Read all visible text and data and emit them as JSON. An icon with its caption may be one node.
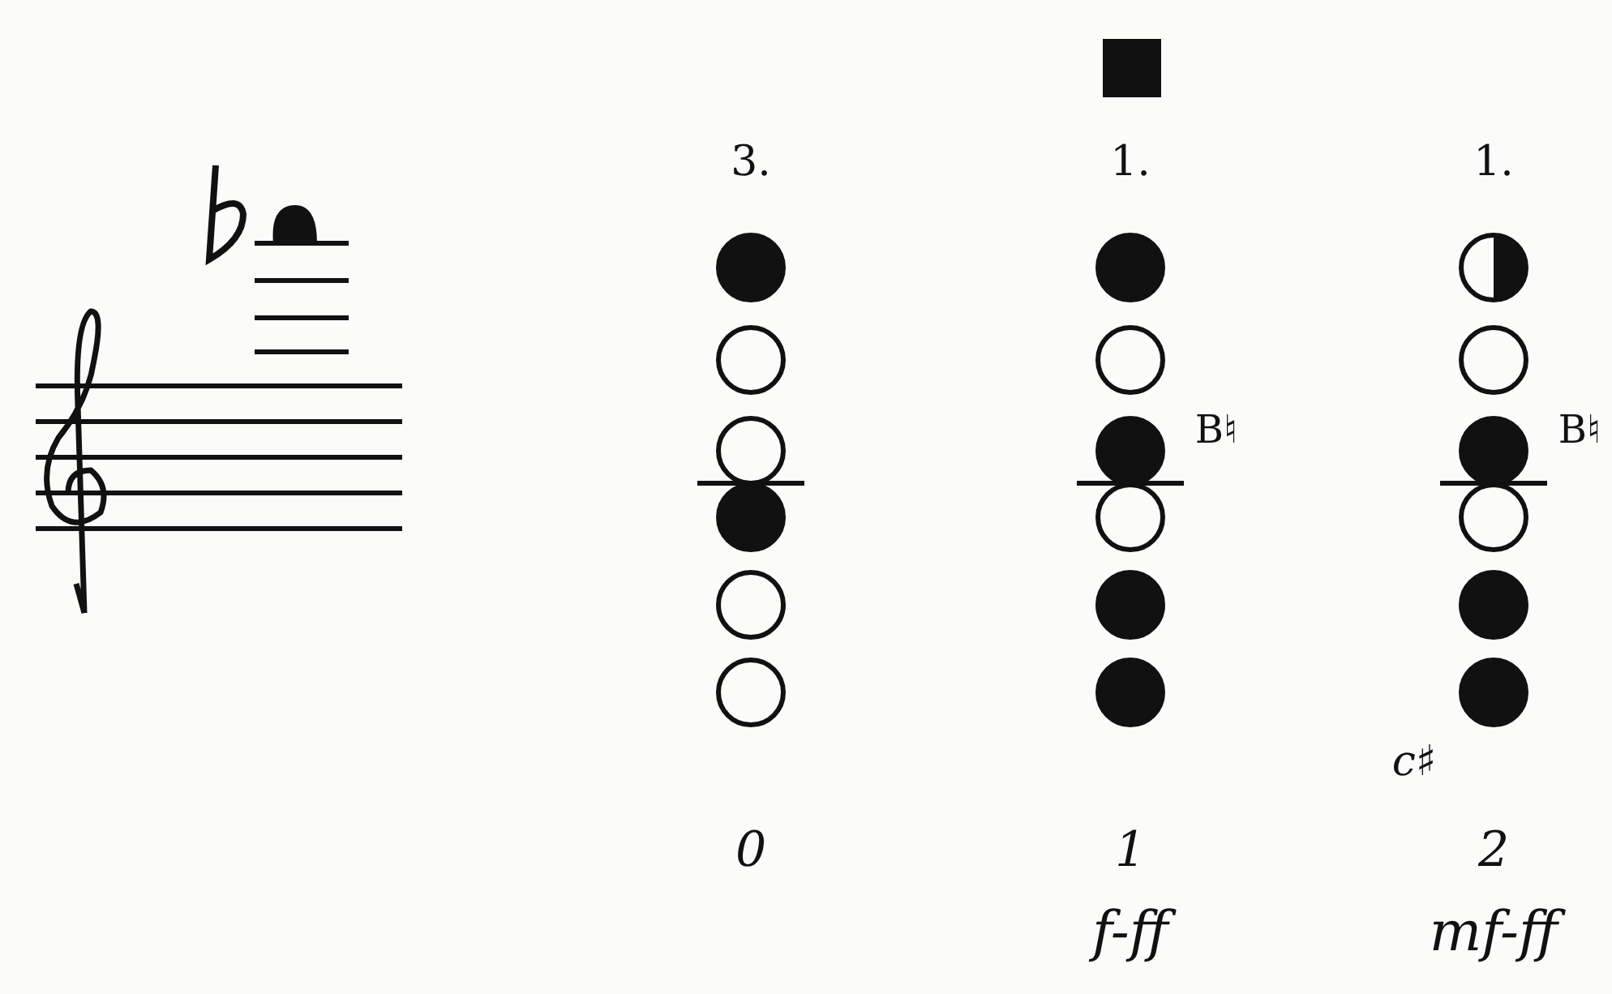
{
  "diagram": {
    "labels": [
      "3.",
      "1.",
      "1.",
      "B♮",
      "B♮",
      "c♯",
      "0",
      "1",
      "2",
      "f-ff",
      "mf-ff"
    ]
  }
}
